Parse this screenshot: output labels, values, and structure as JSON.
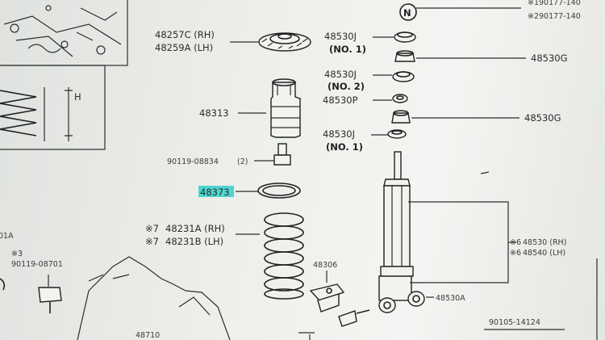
{
  "inset": {
    "dimension_label": "H"
  },
  "callouts": {
    "upper_mount": {
      "lines": [
        "48257C (RH)",
        "48259A (LH)"
      ]
    },
    "bumper": {
      "label": "48313"
    },
    "bolt": {
      "label": "90119-08834",
      "qty": "(2)"
    },
    "insulator": {
      "label": "48373",
      "highlighted": true,
      "highlight_color": "#4dd6cf"
    },
    "coil_spring": {
      "rows": [
        {
          "mark": "※7",
          "label": "48231A (RH)"
        },
        {
          "mark": "※7",
          "label": "48231B (LH)"
        }
      ]
    },
    "bracket": {
      "label": "48306"
    },
    "lower_left": {
      "partial_code": "01A",
      "mark": "※3",
      "label": "90119-08701"
    },
    "bottom": {
      "label": "48710",
      "partial": [
        "90105-14124"
      ]
    },
    "shock_parts": {
      "cushion_no1_top": {
        "line1": "48530J",
        "line2": "(NO. 1)"
      },
      "cushion_no2": {
        "line1": "48530J",
        "line2": "(NO. 2)"
      },
      "washer": {
        "label": "48530P"
      },
      "cushion_no1_lower": {
        "line1": "48530J",
        "line2": "(NO. 1)"
      },
      "retainer_top": {
        "label": "48530G"
      },
      "retainer_lower": {
        "label": "48530G"
      },
      "lower_bushing": {
        "label": "48530A"
      }
    },
    "absorber": {
      "rows": [
        {
          "mark": "※6",
          "label": "48530 (RH)"
        },
        {
          "mark": "※6",
          "label": "48540 (LH)"
        }
      ]
    },
    "top_right": {
      "symbol": "N",
      "rows": [
        {
          "mark": "※1",
          "label": "90177-140"
        },
        {
          "mark": "※2",
          "label": "90177-140"
        }
      ]
    }
  }
}
